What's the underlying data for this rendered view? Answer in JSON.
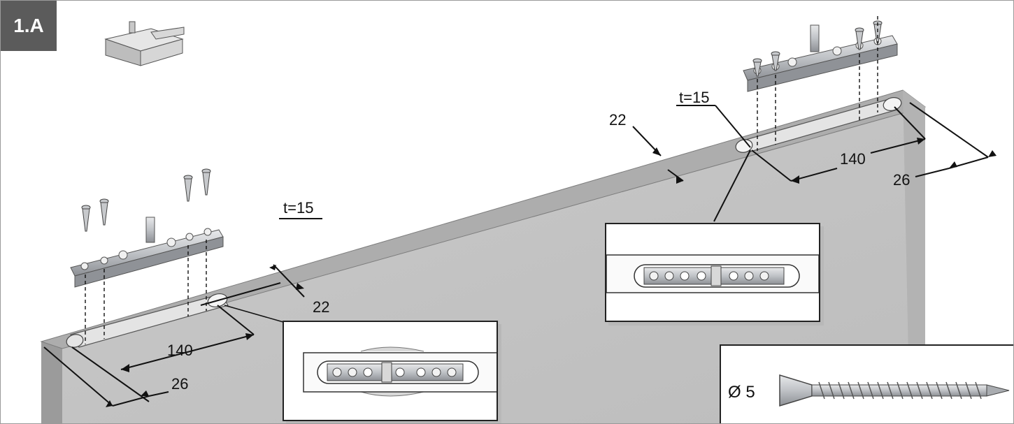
{
  "badge": {
    "label": "1.A"
  },
  "dimensions": {
    "left": {
      "depth": "t=15",
      "width": "22",
      "length": "140",
      "offset": "26"
    },
    "right": {
      "depth": "t=15",
      "width": "22",
      "length": "140",
      "offset": "26"
    }
  },
  "screw": {
    "diameter_label": "Ø 5"
  },
  "colors": {
    "panel_face": "#c4c4c4",
    "panel_top": "#a9a9a9",
    "panel_edge": "#8e8e8e",
    "badge": "#5b5b5b",
    "metal": "#b9bcc0"
  },
  "icons": [
    "clip-bracket-icon",
    "pivot-plate-icon",
    "wood-screw-icon"
  ]
}
